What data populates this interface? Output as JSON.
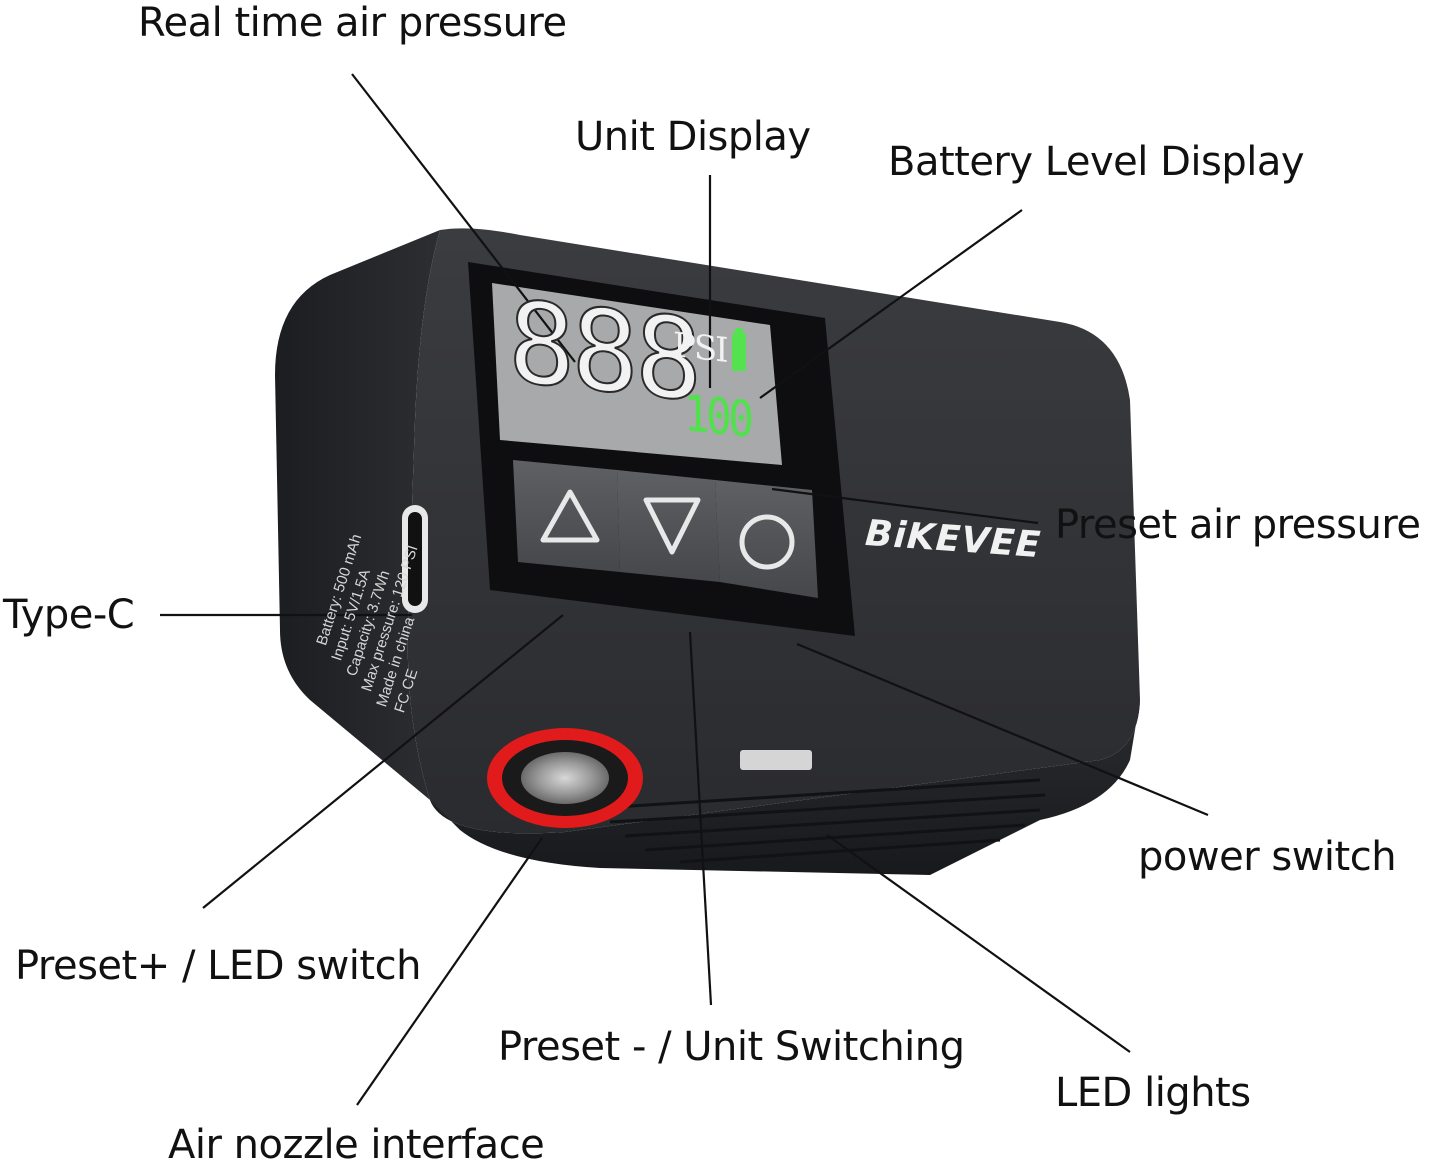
{
  "product": {
    "brand": "BiKEVEE",
    "screen": {
      "main_digits": "888",
      "unit": "PSI",
      "preset_digits": "100"
    },
    "buttons": {
      "up_symbol": "△",
      "down_symbol": "▽",
      "power_symbol": "○"
    },
    "side_label": {
      "lines": [
        "Battery: 500 mAh",
        "Input: 5V/1.5A",
        "Capacity: 3.7Wh",
        "Max pressure: 120 PSI",
        "Made in china",
        "FC CE"
      ]
    }
  },
  "callouts": {
    "real_time_air_pressure": "Real time air pressure",
    "unit_display": "Unit Display",
    "battery_level_display": "Battery Level Display",
    "preset_air_pressure": "Preset air pressure",
    "type_c": "Type-C",
    "power_switch": "power switch",
    "preset_plus_led_switch": "Preset+ / LED switch",
    "preset_minus_unit_switching": "Preset - / Unit Switching",
    "led_lights": "LED lights",
    "air_nozzle_interface": "Air nozzle interface"
  },
  "colors": {
    "body": "#2c2d30",
    "screen_lcd": "#a7a9ab",
    "preset_digits": "#4fe24a",
    "battery_icon": "#55e24f",
    "nozzle_ring": "#e11b1b"
  }
}
